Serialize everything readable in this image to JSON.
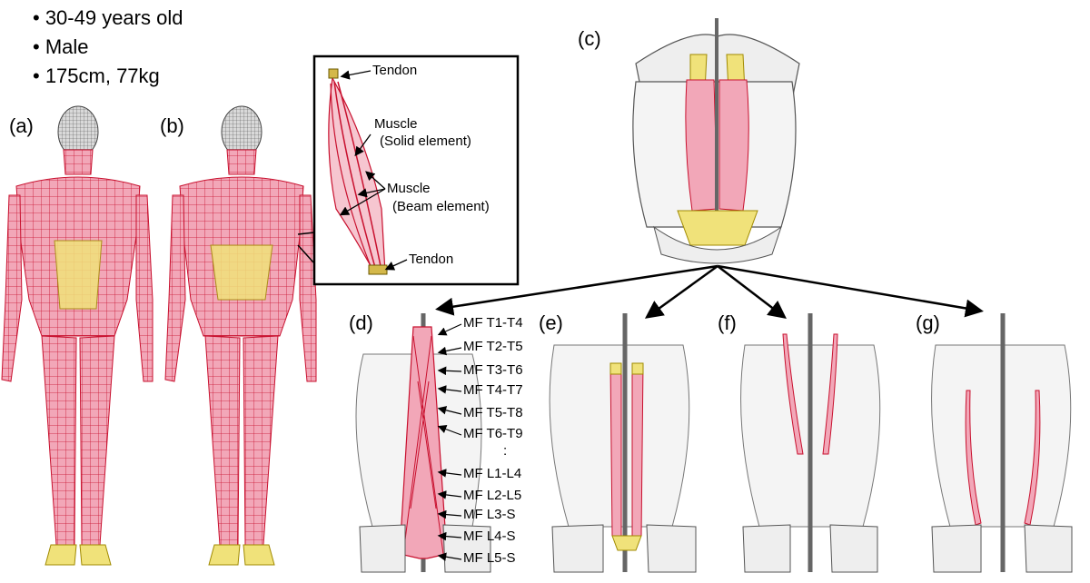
{
  "subject_info": [
    "• 30-49 years old",
    "• Male",
    "• 175cm, 77kg"
  ],
  "panel_labels": {
    "a": "(a)",
    "b": "(b)",
    "c": "(c)",
    "d": "(d)",
    "e": "(e)",
    "f": "(f)",
    "g": "(g)"
  },
  "inset": {
    "tendon_top": "Tendon",
    "muscle_solid": [
      "Muscle",
      "(Solid element)"
    ],
    "muscle_beam": [
      "Muscle",
      "(Beam element)"
    ],
    "tendon_bottom": "Tendon"
  },
  "multifidus_labels": [
    "MF T1-T4",
    "MF T2-T5",
    "MF T3-T6",
    "MF T4-T7",
    "MF T5-T8",
    "MF T6-T9",
    ":",
    "MF L1-L4",
    "MF L2-L5",
    "MF L3-S",
    "MF L4-S",
    "MF L5-S"
  ],
  "colors": {
    "muscle": "#f2a7b8",
    "muscle_edge": "#c8102e",
    "tendon": "#f0e27a",
    "bone": "#eeeeee",
    "bone_edge": "#555555",
    "skull": "#aaaaaa"
  }
}
